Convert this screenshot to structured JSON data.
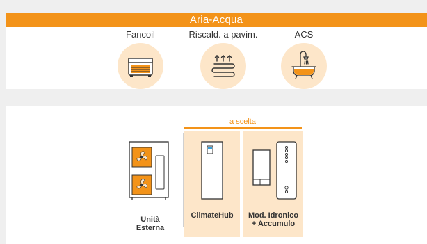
{
  "header": {
    "title": "Aria-Acqua"
  },
  "applications": [
    {
      "label": "Fancoil",
      "icon": "fancoil-icon"
    },
    {
      "label": "Riscald. a pavim.",
      "icon": "underfloor-heating-icon"
    },
    {
      "label": "ACS",
      "icon": "bathtub-shower-icon"
    }
  ],
  "choice": {
    "label": "a scelta"
  },
  "units": {
    "outdoor": {
      "label_line1": "Unità",
      "label_line2": "Esterna",
      "icon": "outdoor-unit-icon"
    },
    "climatehub": {
      "label": "ClimateHub",
      "icon": "climatehub-icon"
    },
    "hydro": {
      "label_line1": "Mod. Idronico",
      "label_line2": "+ Accumulo",
      "icon": "hydro-module-tank-icon"
    }
  },
  "colors": {
    "accent": "#f39319",
    "accent_light": "#fde6c9",
    "text": "#333333",
    "background": "#efefef"
  }
}
